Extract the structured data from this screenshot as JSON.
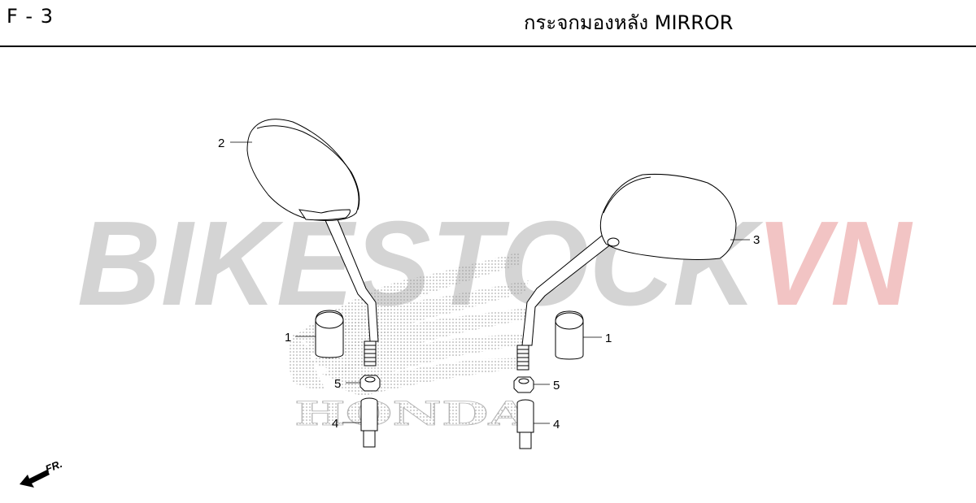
{
  "header": {
    "page_code": "F - 3",
    "title": "กระจกมองหลัง  MIRROR"
  },
  "watermark": {
    "text_gray": "BIKESTOCK",
    "text_red": "VN",
    "color_gray": "#d4d4d4",
    "color_red": "#f2c4c4",
    "brand_mark": "HONDA"
  },
  "callouts": {
    "c1_left": "1",
    "c1_right": "1",
    "c2": "2",
    "c3": "3",
    "c4_left": "4",
    "c4_right": "4",
    "c5_left": "5",
    "c5_right": "5"
  },
  "front_indicator": {
    "label": "FR.",
    "icon": "arrow-front-icon"
  }
}
